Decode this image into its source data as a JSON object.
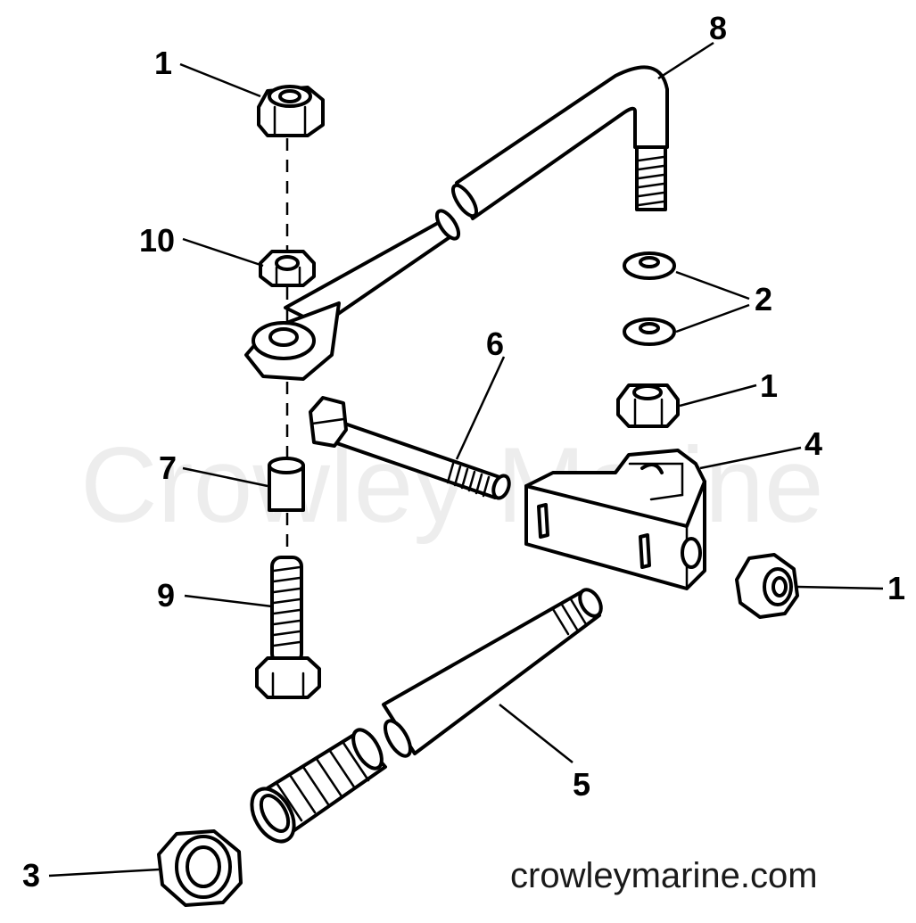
{
  "diagram": {
    "watermark": "Crowley Marine",
    "site_url": "crowleymarine.com",
    "callouts": {
      "c1_top": "1",
      "c10": "10",
      "c8": "8",
      "c2": "2",
      "c1_right_mid": "1",
      "c6": "6",
      "c4": "4",
      "c7": "7",
      "c1_right_low": "1",
      "c9": "9",
      "c5": "5",
      "c3": "3"
    },
    "parts": [
      {
        "id": "1",
        "name": "lock-nut"
      },
      {
        "id": "2",
        "name": "washer"
      },
      {
        "id": "3",
        "name": "jam-nut"
      },
      {
        "id": "4",
        "name": "bracket"
      },
      {
        "id": "5",
        "name": "tube"
      },
      {
        "id": "6",
        "name": "bolt"
      },
      {
        "id": "7",
        "name": "spacer"
      },
      {
        "id": "8",
        "name": "link-rod"
      },
      {
        "id": "9",
        "name": "screw"
      },
      {
        "id": "10",
        "name": "nut"
      }
    ]
  }
}
